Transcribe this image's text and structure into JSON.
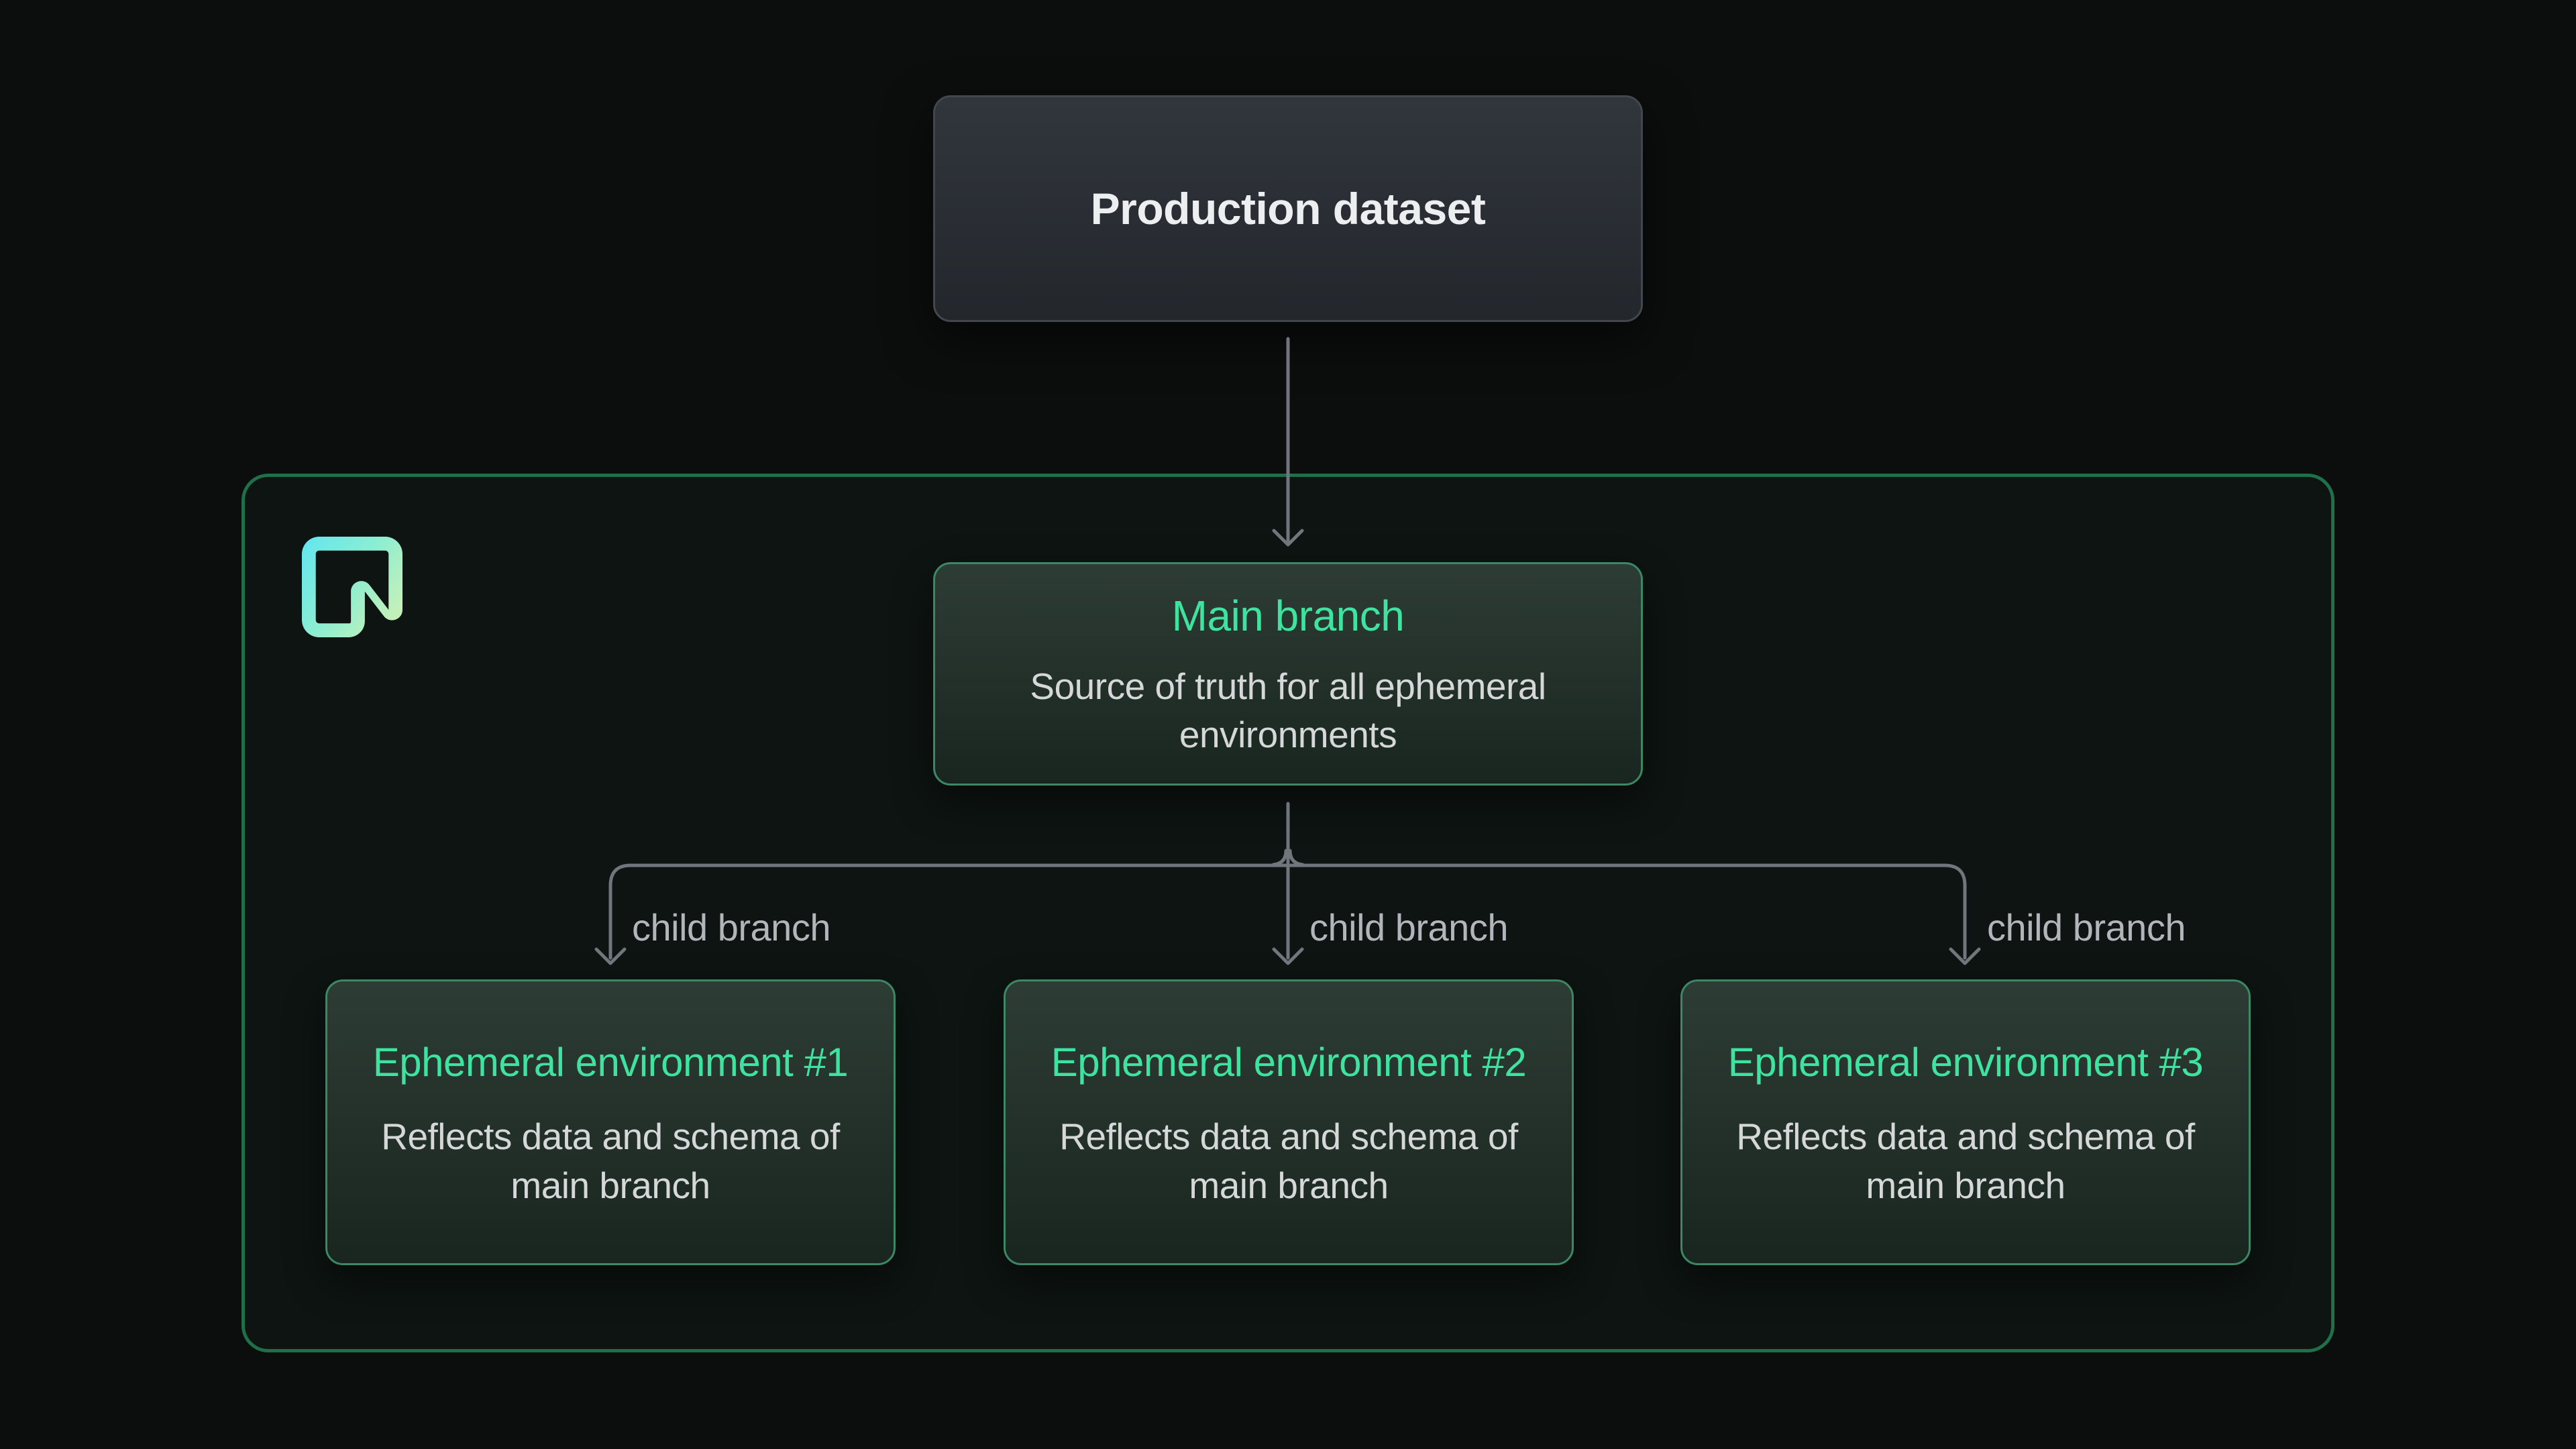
{
  "production": {
    "title": "Production dataset"
  },
  "container": {
    "logo": "neon-logo",
    "main_branch": {
      "title": "Main branch",
      "subtitle": "Source of truth for all ephemeral environments"
    },
    "environments": [
      {
        "title": "Ephemeral environment #1",
        "subtitle": "Reflects data and schema of main branch"
      },
      {
        "title": "Ephemeral environment #2",
        "subtitle": "Reflects data and schema of main branch"
      },
      {
        "title": "Ephemeral environment #3",
        "subtitle": "Reflects data and schema of main branch"
      }
    ],
    "edge_labels": [
      "child branch",
      "child branch",
      "child branch"
    ]
  },
  "colors": {
    "page_bg": "#0c0d0d",
    "accent_green_text": "#3ee3a0",
    "container_border": "#1f6f4b",
    "card_border_green": "#3c8765",
    "production_border": "#42474e",
    "connector_gray": "#71757c",
    "label_gray": "#b2b5ba",
    "logo_gradient_start": "#63e6ee",
    "logo_gradient_end": "#c3f0ba"
  }
}
